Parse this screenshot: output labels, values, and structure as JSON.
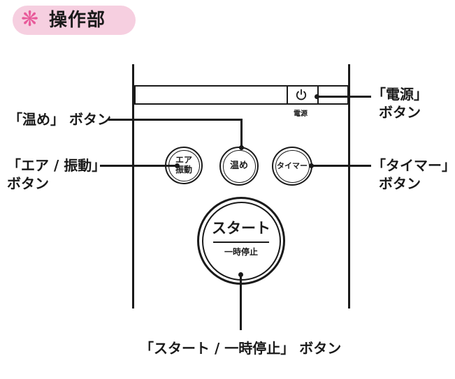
{
  "header": {
    "mark": "❋",
    "title": "操作部"
  },
  "panel": {
    "power_label": "電源",
    "buttons": {
      "air_vibration": [
        "エア",
        "振動"
      ],
      "warm": "温め",
      "timer": "タイマー",
      "start_main": "スタート",
      "start_sub": "一時停止"
    }
  },
  "callouts": {
    "power": [
      "「電源」",
      "ボタン"
    ],
    "warm": "「温め」 ボタン",
    "air_vibration": [
      "「エア / 振動」",
      "ボタン"
    ],
    "timer": [
      "「タイマー」",
      "ボタン"
    ],
    "start": "「スタート / 一時停止」 ボタン"
  },
  "icons": {
    "power": "power-icon"
  }
}
